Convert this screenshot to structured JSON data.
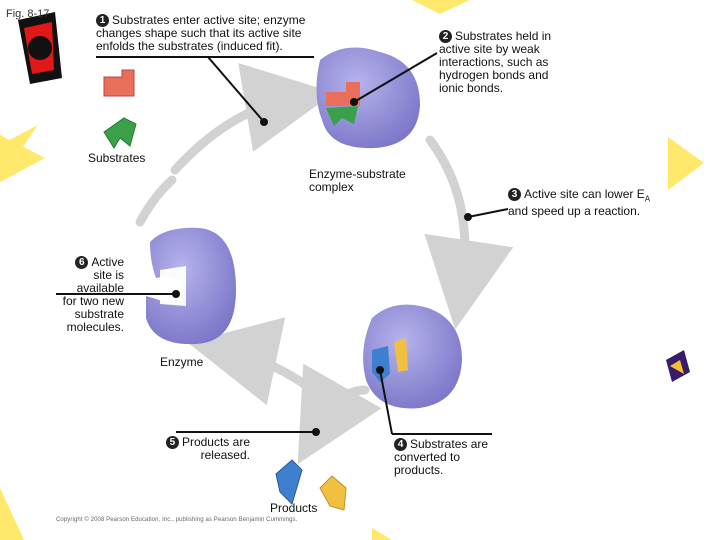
{
  "figure_label": "Fig. 8-17",
  "steps": [
    {
      "number": "1",
      "text_lines": [
        "Substrates enter active site; enzyme",
        "changes shape such that its active site",
        "enfolds the substrates (induced fit)."
      ]
    },
    {
      "number": "2",
      "text_lines": [
        "Substrates held in",
        "active site by weak",
        "interactions, such as",
        "hydrogen bonds and",
        "ionic bonds."
      ]
    },
    {
      "number": "3",
      "text_lines": [
        "Active site can lower E",
        "and speed up a reaction."
      ],
      "subscript": "A"
    },
    {
      "number": "4",
      "text_lines": [
        "Substrates are",
        "converted to",
        "products."
      ]
    },
    {
      "number": "5",
      "text_lines": [
        "Products are",
        "released."
      ]
    },
    {
      "number": "6",
      "text_lines": [
        "Active",
        "site is",
        "available",
        "for two new",
        "substrate",
        "molecules."
      ]
    }
  ],
  "labels": {
    "substrates": "Substrates",
    "enzyme_substrate_complex_line1": "Enzyme-substrate",
    "enzyme_substrate_complex_line2": "complex",
    "enzyme": "Enzyme",
    "products": "Products"
  },
  "copyright": "Copyright © 2008 Pearson Education, Inc., publishing as Pearson Benjamin Cummings.",
  "colors": {
    "enzyme": "#8f8bd6",
    "enzyme_shadow": "#6e68b8",
    "substrate_red": "#e8705a",
    "substrate_green": "#3aa04a",
    "product_blue": "#3f7fd0",
    "product_yellow": "#f0c040",
    "arrow_gray": "#d2d2d2",
    "nav_yellow": "#ffe86a"
  }
}
